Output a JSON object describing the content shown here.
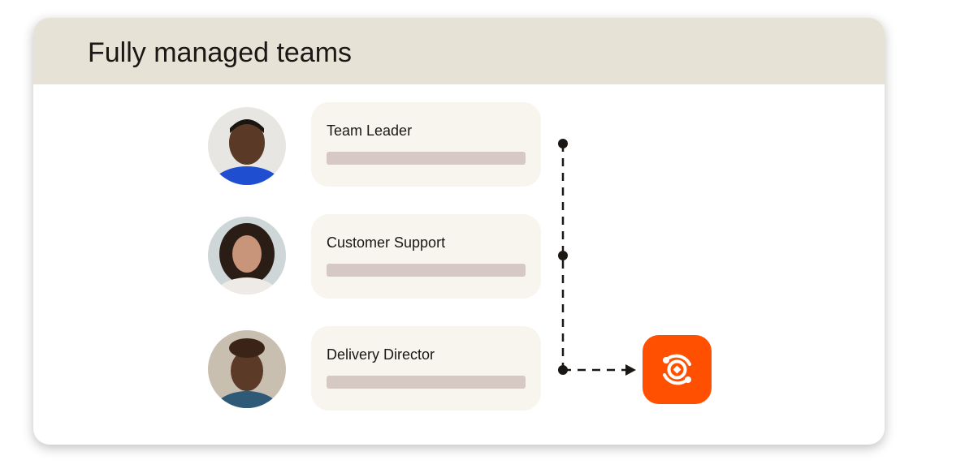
{
  "header": {
    "title": "Fully managed teams"
  },
  "roles": [
    {
      "label": "Team Leader"
    },
    {
      "label": "Customer Support"
    },
    {
      "label": "Delivery Director"
    }
  ],
  "colors": {
    "accent": "#fe5000",
    "header_bg": "#e6e2d6",
    "role_bg": "#f8f5ee",
    "bar": "#d6c8c3"
  }
}
